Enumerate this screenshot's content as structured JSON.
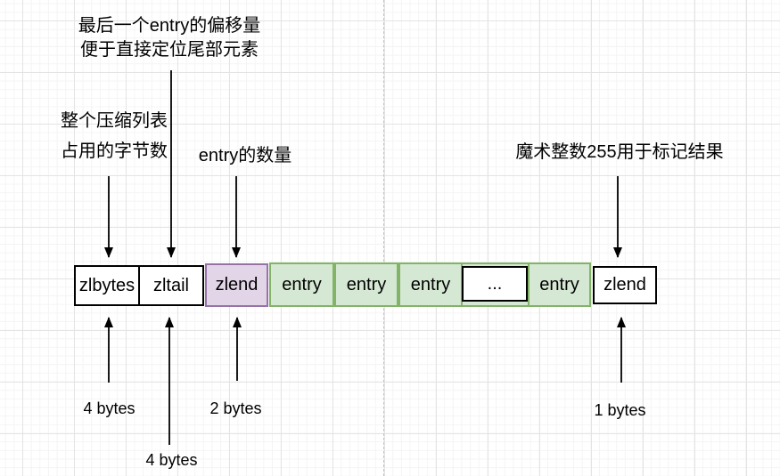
{
  "diagram": {
    "notes": {
      "zltail": {
        "line1": "最后一个entry的偏移量",
        "line2": "便于直接定位尾部元素"
      },
      "zlbytes": {
        "line1": "整个压缩列表",
        "line2": "占用的字节数"
      },
      "zllen": {
        "text": "entry的数量"
      },
      "zlend": {
        "text": "魔术整数255用于标记结果"
      }
    },
    "cells": [
      {
        "label": "zlbytes",
        "style": "white"
      },
      {
        "label": "zltail",
        "style": "white"
      },
      {
        "label": "zlend",
        "style": "purple"
      },
      {
        "label": "entry",
        "style": "green"
      },
      {
        "label": "entry",
        "style": "green"
      },
      {
        "label": "entry",
        "style": "green"
      },
      {
        "label": "...",
        "style": "white"
      },
      {
        "label": "entry",
        "style": "green"
      },
      {
        "label": "zlend",
        "style": "white"
      }
    ],
    "sizes": {
      "zlbytes": "4 bytes",
      "zltail": "4 bytes",
      "zllen": "2 bytes",
      "zlend": "1 bytes"
    },
    "colors": {
      "purple_fill": "#E1D5E7",
      "purple_stroke": "#9673A6",
      "green_fill": "#D5E8D4",
      "green_stroke": "#82B366",
      "box_stroke": "#000000",
      "arrow": "#000000",
      "grid_minor": "#f4f4f4",
      "grid_major": "#e4e4e4"
    }
  }
}
